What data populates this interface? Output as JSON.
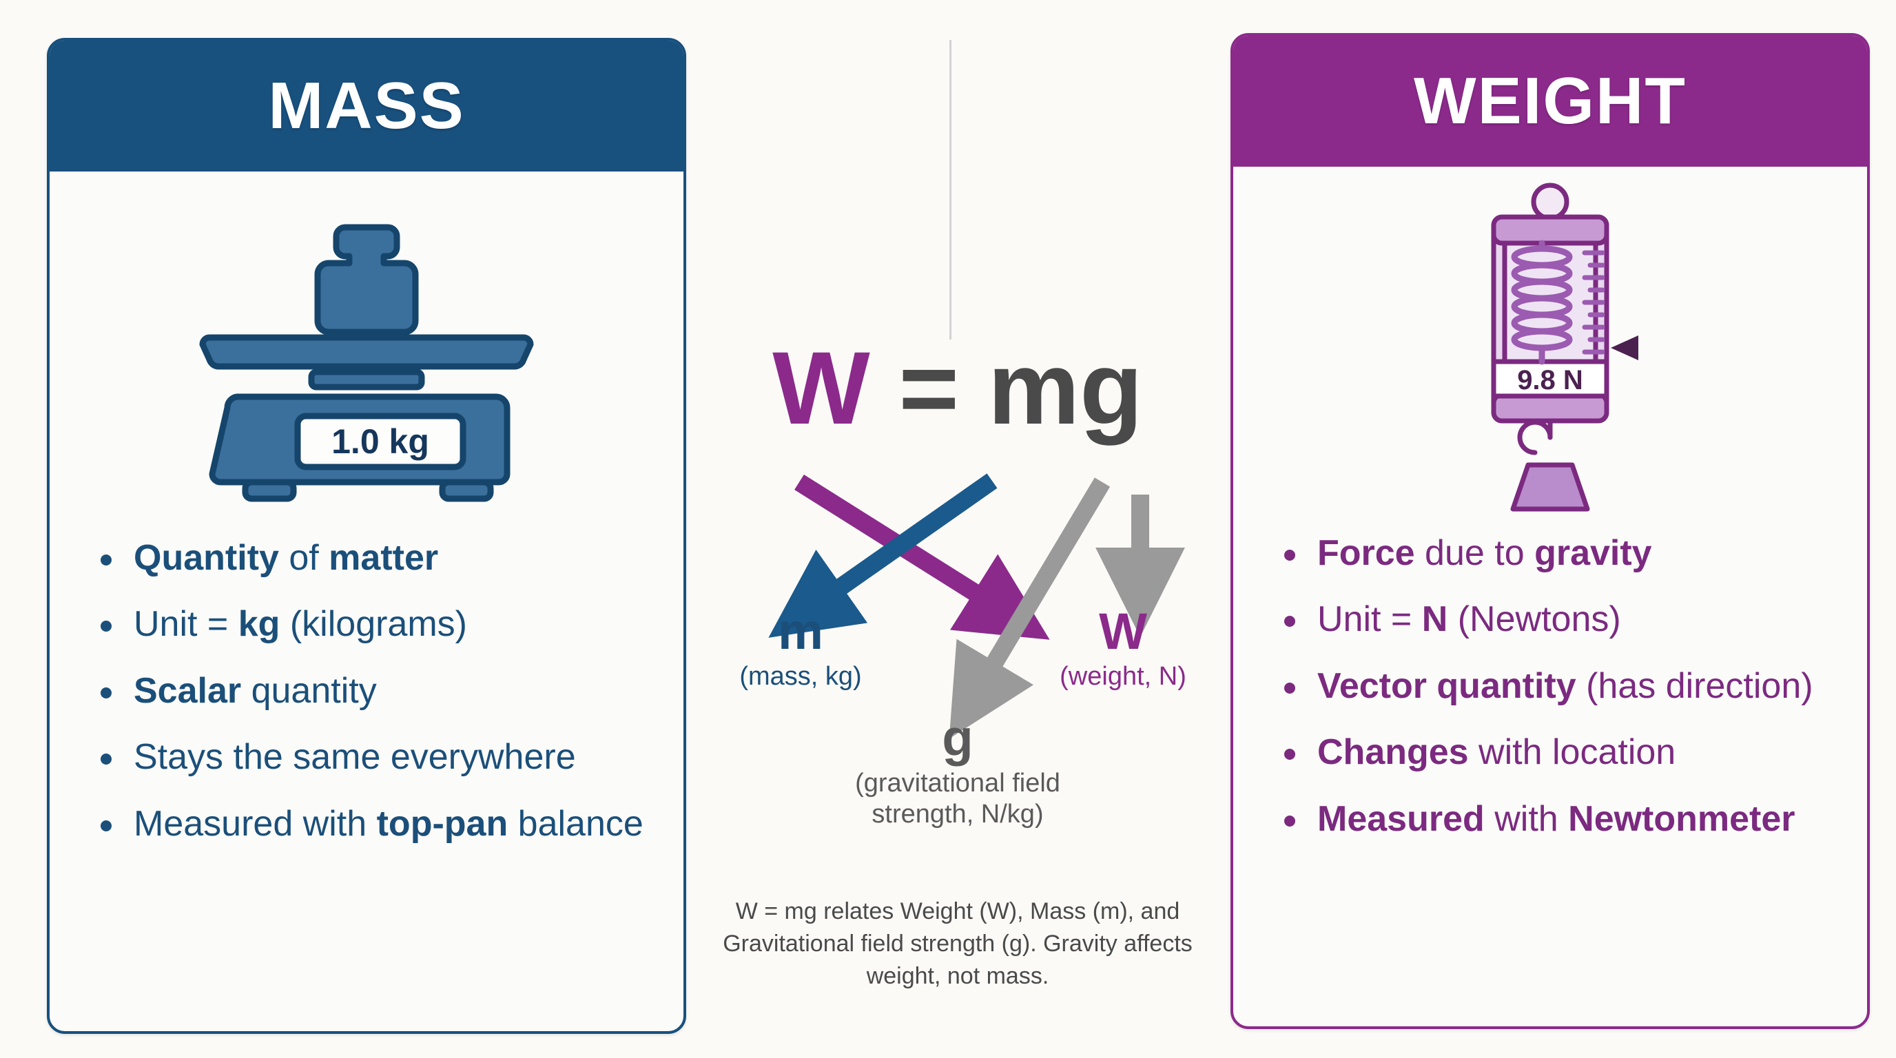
{
  "theme": {
    "background": "#fbfaf7",
    "mass_color": "#18507E",
    "mass_text": "#1b4f7a",
    "weight_color": "#8B2A8B",
    "weight_text": "#7B2A80",
    "neutral_gray": "#4a4a4a",
    "arrow_gray": "#9a9a9a"
  },
  "mass_panel": {
    "title": "MASS",
    "illustration": {
      "name": "top-pan-balance",
      "display_reading": "1.0 kg"
    },
    "bullets": [
      {
        "id": "quantity-of-matter",
        "parts": [
          {
            "t": "Quantity",
            "b": true
          },
          {
            "t": " of ",
            "b": false
          },
          {
            "t": "matter",
            "b": true
          }
        ]
      },
      {
        "id": "unit-kg",
        "parts": [
          {
            "t": "Unit = ",
            "b": false
          },
          {
            "t": "kg",
            "b": true
          },
          {
            "t": " (kilograms)",
            "b": false
          }
        ]
      },
      {
        "id": "scalar-quantity",
        "parts": [
          {
            "t": "Scalar",
            "b": true
          },
          {
            "t": " quantity",
            "b": false
          }
        ]
      },
      {
        "id": "stays-same-everywhere",
        "parts": [
          {
            "t": "Stays the same everywhere",
            "b": false
          }
        ]
      },
      {
        "id": "measured-top-pan",
        "parts": [
          {
            "t": "Measured with ",
            "b": false
          },
          {
            "t": "top-pan",
            "b": true
          },
          {
            "t": " balance",
            "b": false
          }
        ]
      }
    ]
  },
  "weight_panel": {
    "title": "WEIGHT",
    "illustration": {
      "name": "newtonmeter",
      "display_reading": "9.8 N"
    },
    "bullets": [
      {
        "id": "force-due-to-gravity",
        "parts": [
          {
            "t": "Force",
            "b": true
          },
          {
            "t": " due to ",
            "b": false
          },
          {
            "t": "gravity",
            "b": true
          }
        ]
      },
      {
        "id": "unit-newtons",
        "parts": [
          {
            "t": "Unit = ",
            "b": false
          },
          {
            "t": "N",
            "b": true
          },
          {
            "t": " (Newtons)",
            "b": false
          }
        ]
      },
      {
        "id": "vector-quantity",
        "parts": [
          {
            "t": "Vector quantity",
            "b": true
          },
          {
            "t": " (has direction)",
            "b": false
          }
        ]
      },
      {
        "id": "changes-with-location",
        "parts": [
          {
            "t": "Changes",
            "b": true
          },
          {
            "t": " with location",
            "b": false
          }
        ]
      },
      {
        "id": "measured-newtonmeter",
        "parts": [
          {
            "t": "Measured",
            "b": true
          },
          {
            "t": " with ",
            "b": false
          },
          {
            "t": "Newtonmeter",
            "b": true
          }
        ]
      }
    ]
  },
  "center": {
    "formula": {
      "w": "W",
      "equals": "=",
      "mg": "mg"
    },
    "variables": [
      {
        "id": "m",
        "symbol": "m",
        "description": "(mass, kg)",
        "color": "#1b4f7a"
      },
      {
        "id": "W",
        "symbol": "W",
        "description": "(weight, N)",
        "color": "#8B2A8B"
      },
      {
        "id": "g",
        "symbol": "g",
        "description": "(gravitational field strength, N/kg)",
        "color": "#5a5a5a"
      }
    ],
    "caption": "W = mg relates Weight (W), Mass (m), and Gravitational field strength (g). Gravity affects weight, not mass."
  }
}
